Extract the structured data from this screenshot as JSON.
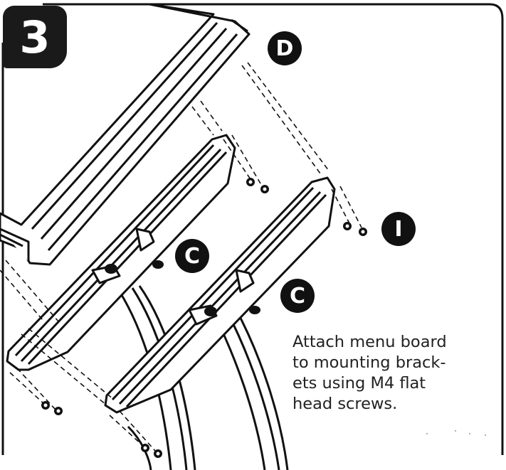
{
  "step": {
    "number": "3"
  },
  "labels": {
    "board": "D",
    "screws": "I",
    "bracket_left": "C",
    "bracket_right": "C"
  },
  "instruction": {
    "lines": [
      "Attach menu board",
      "to mounting brack-",
      "ets using M4 flat",
      "head screws."
    ]
  }
}
